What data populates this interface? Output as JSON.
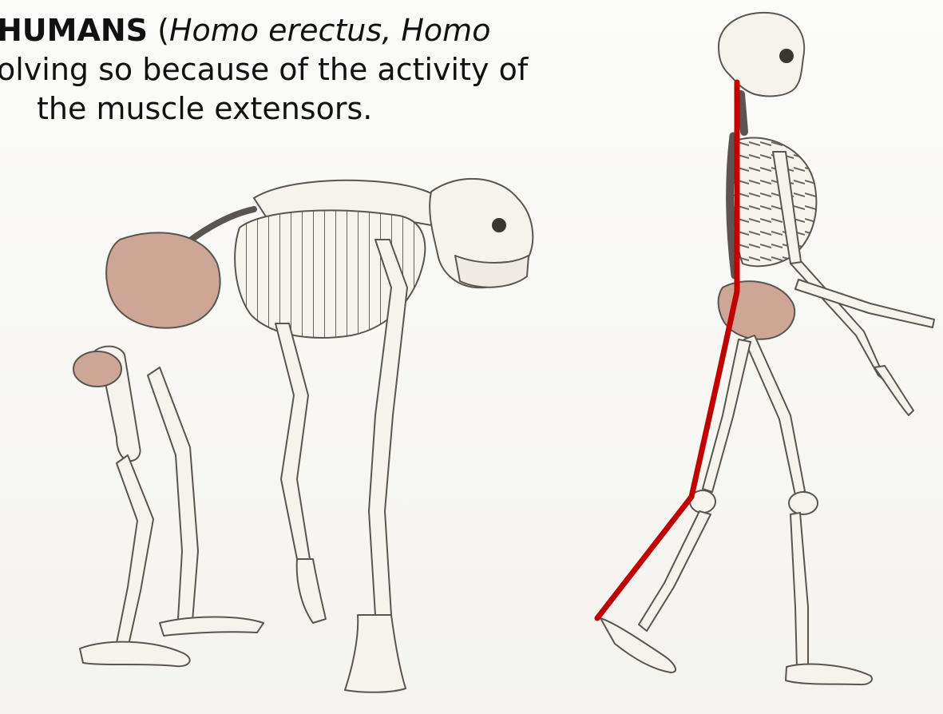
{
  "caption": {
    "line1_bold": "HUMANS",
    "line1_open": " (",
    "line1_italic": "Homo erectus, Homo",
    "line2": "olving so because of the activity of",
    "line3": "the muscle extensors."
  },
  "colors": {
    "bone_outline": "#5a5550",
    "bone_fill": "#f6f3ec",
    "pelvis_fill": "#cda696",
    "posture_line": "#c00000"
  }
}
